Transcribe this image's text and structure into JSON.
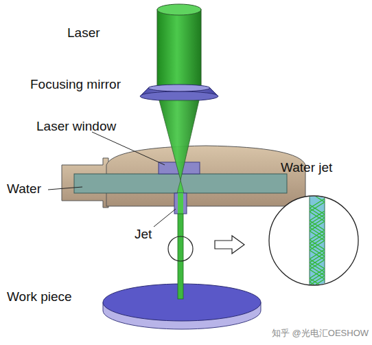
{
  "diagram": {
    "labels": [
      "Laser",
      "Focusing mirror",
      "Laser window",
      "Water",
      "Jet",
      "Work piece",
      "Water jet",
      "知乎 @光电汇OESHOW"
    ]
  }
}
